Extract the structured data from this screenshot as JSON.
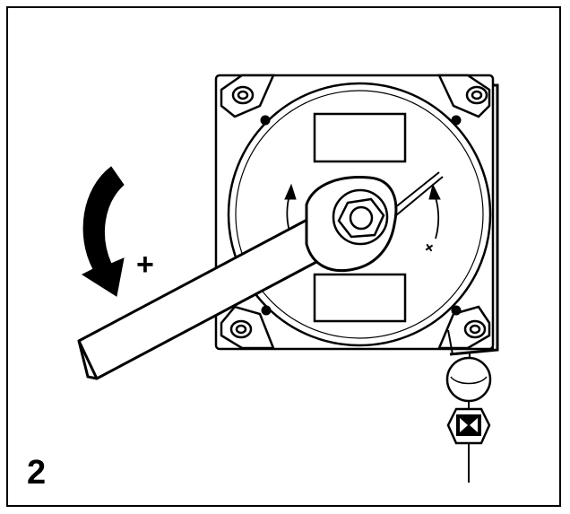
{
  "figure": {
    "step_number": "2",
    "direction_label": "+",
    "dial_mark": "+",
    "colors": {
      "line": "#000000",
      "background": "#ffffff"
    },
    "icons": [
      "rotate-clockwise-arrow-icon",
      "wrench-icon",
      "spring-balancer-housing",
      "cable-stop-ball",
      "cable-clamp"
    ]
  }
}
